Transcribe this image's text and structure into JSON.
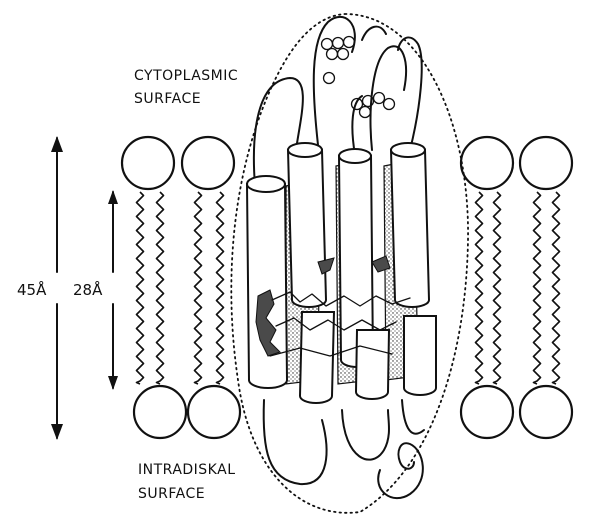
{
  "labels": {
    "cytoplasmic_line1": "CYTOPLASMIC",
    "cytoplasmic_line2": "SURFACE",
    "intradiskal_line1": "INTRADISKAL",
    "intradiskal_line2": "SURFACE",
    "bilayer_thickness": "45Å",
    "core_thickness": "28Å"
  },
  "colors": {
    "ink": "#111111",
    "background": "#ffffff"
  }
}
